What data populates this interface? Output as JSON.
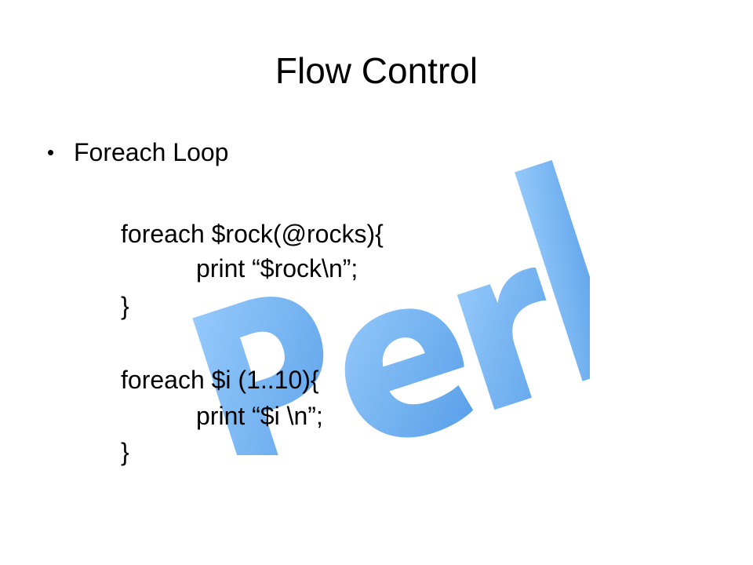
{
  "slide": {
    "title": "Flow Control",
    "bullet": {
      "marker": "•",
      "text": "Foreach Loop"
    },
    "code": [
      "foreach $rock(@rocks){",
      "print “$rock\\n”;",
      "}",
      "foreach $i (1..10){",
      "print “$i \\n”;",
      "}"
    ],
    "watermark": {
      "text": "Perl",
      "color": "#5aa7f2"
    }
  }
}
